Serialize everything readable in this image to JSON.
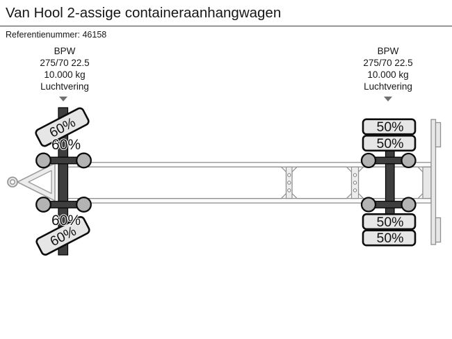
{
  "page": {
    "title": "Van Hool 2-assige containeraanhangwagen",
    "reference": "Referentienummer: 46158"
  },
  "axle_info": {
    "front": {
      "brand": "BPW",
      "tyre_size": "275/70 22.5",
      "axle_load": "10.000 kg",
      "suspension": "Luchtvering"
    },
    "rear": {
      "brand": "BPW",
      "tyre_size": "275/70 22.5",
      "axle_load": "10.000 kg",
      "suspension": "Luchtvering"
    }
  },
  "wheels": {
    "front": {
      "outer_top": "60%",
      "inner_top": "60%",
      "inner_bottom": "60%",
      "outer_bottom": "60%"
    },
    "rear": {
      "outer_top": "50%",
      "inner_top": "50%",
      "inner_bottom": "50%",
      "outer_bottom": "50%"
    }
  },
  "colors": {
    "text": "#161616",
    "divider": "#3a3a3a",
    "tire_fill": "#e6e6e6",
    "outline": "#0d0d0d",
    "hub_fill": "#b3b3b3",
    "axle_fill": "#3e3e3e",
    "frame_stroke": "#8f8f8f",
    "member_fill": "#ededed",
    "arrow": "#707070",
    "background": "#ffffff"
  }
}
